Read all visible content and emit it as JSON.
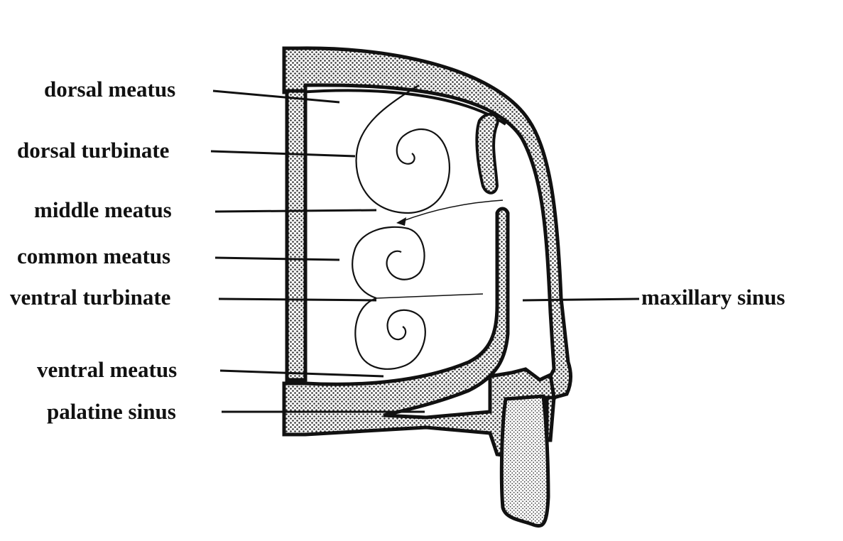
{
  "diagram": {
    "labels": {
      "dorsal_meatus": "dorsal meatus",
      "dorsal_turbinate": "dorsal turbinate",
      "middle_meatus": "middle meatus",
      "common_meatus": "common meatus",
      "ventral_turbinate": "ventral turbinate",
      "ventral_meatus": "ventral meatus",
      "palatine_sinus": "palatine sinus",
      "maxillary_sinus": "maxillary sinus"
    },
    "colors": {
      "ink": "#111111",
      "bone_stipple": "#555555",
      "background": "#ffffff"
    }
  }
}
